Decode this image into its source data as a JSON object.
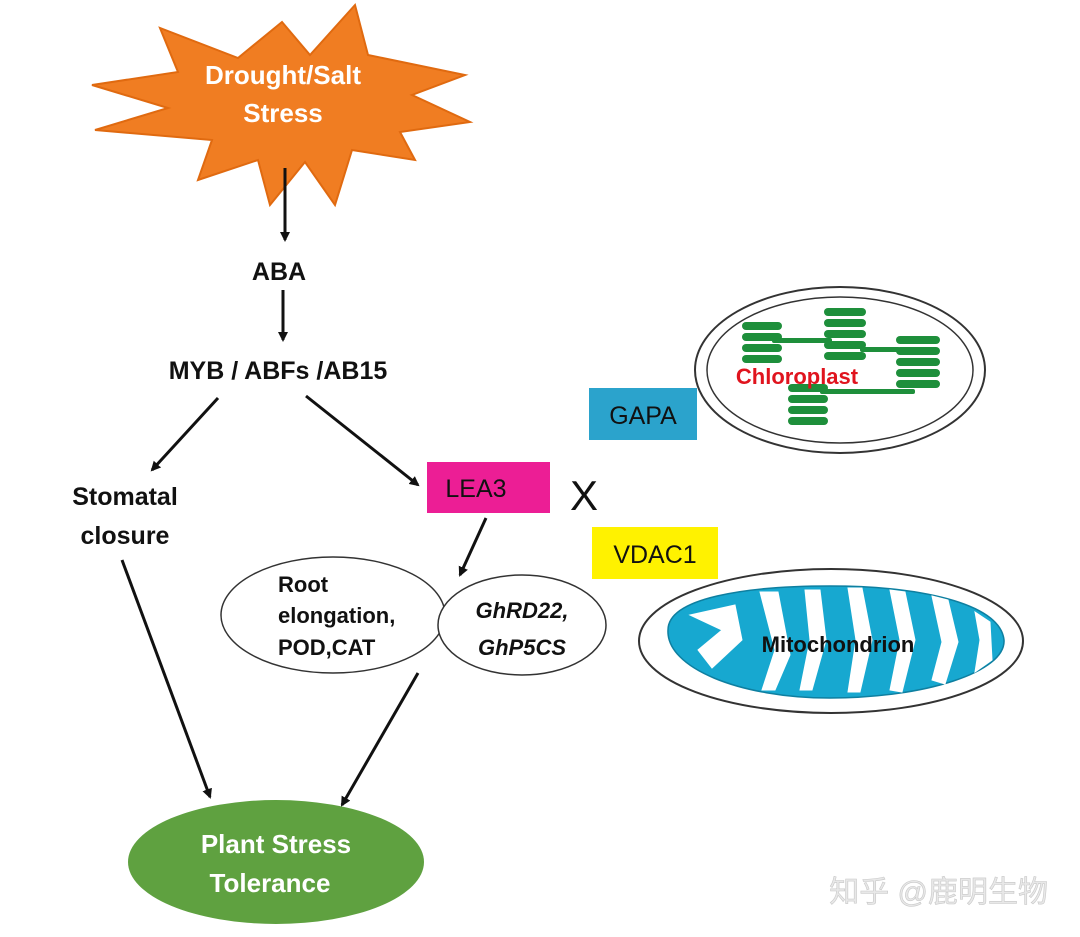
{
  "colors": {
    "stress_burst": "#f07d22",
    "stress_burst_stroke": "#e06a10",
    "tolerance_fill": "#5fa140",
    "lea3_fill": "#ec1e95",
    "gapa_fill": "#2ba3cc",
    "vdac1_fill": "#fff200",
    "chloroplast_text": "#e0141e",
    "thylakoid": "#1e8f3b",
    "mitochondrion_fill": "#17a8d0",
    "ink": "#111111"
  },
  "nodes": {
    "stress": {
      "line1": "Drought/Salt",
      "line2": "Stress",
      "shape": "burst"
    },
    "aba": {
      "label": "ABA"
    },
    "tf": {
      "label": "MYB / ABFs /AB15"
    },
    "stomatal": {
      "line1": "Stomatal",
      "line2": "closure"
    },
    "lea3": {
      "label": "LEA3"
    },
    "interaction": {
      "label": "X"
    },
    "gapa": {
      "label": "GAPA"
    },
    "vdac1": {
      "label": "VDAC1"
    },
    "root": {
      "line1": "Root",
      "line2": "elongation,",
      "line3": "POD,CAT"
    },
    "genes": {
      "line1": "GhRD22,",
      "line2": "GhP5CS"
    },
    "chloroplast": {
      "label": "Chloroplast",
      "icon": "chloroplast-icon"
    },
    "mitochondrion": {
      "label": "Mitochondrion",
      "icon": "mitochondrion-icon"
    },
    "tolerance": {
      "line1": "Plant Stress",
      "line2": "Tolerance"
    }
  },
  "edges": [
    {
      "from": "stress",
      "to": "aba"
    },
    {
      "from": "aba",
      "to": "tf"
    },
    {
      "from": "tf",
      "to": "stomatal"
    },
    {
      "from": "tf",
      "to": "lea3"
    },
    {
      "from": "lea3",
      "to": "genes"
    },
    {
      "from": "stomatal",
      "to": "tolerance"
    },
    {
      "from": "root",
      "to": "tolerance"
    }
  ],
  "watermark": {
    "text": "知乎 @鹿明生物"
  }
}
